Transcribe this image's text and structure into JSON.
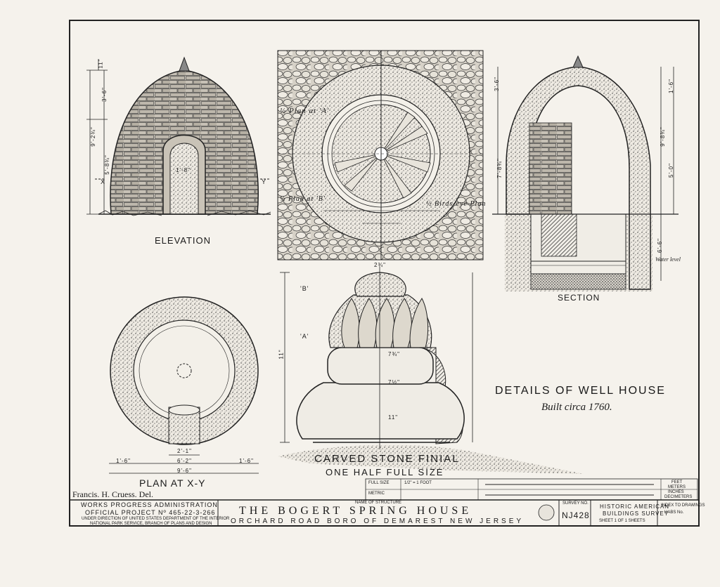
{
  "views": {
    "elevation": "ELEVATION",
    "section": "SECTION",
    "plan_xy": "PLAN AT X-Y",
    "plan_a": "½ Plan at 'A'",
    "plan_b": "½ Plan at 'B'",
    "birds_eye": "½ Birds-eye Plan",
    "marker_x": "X",
    "marker_y": "Y",
    "marker_a": "'A'",
    "marker_b": "'B'",
    "water_level": "Water level"
  },
  "dimensions": {
    "elev_top": "11\"",
    "elev_upper": "3'-6\"",
    "elev_total": "9'-2¾\"",
    "elev_lower": "5'-8¾\"",
    "arch_width": "1'-8\"",
    "sec_upper": "3'-6\"",
    "sec_total": "9'-8¾\"",
    "sec_mid": "7'-8¾\"",
    "sec_top": "1'-6\"",
    "sec_low": "5'-0\"",
    "sec_bottom": "6'-6\"",
    "plan_inner": "2'-1\"",
    "plan_mid": "6'-2\"",
    "plan_outer": "9'-6\"",
    "plan_side_left": "1'-6\"",
    "plan_side_right": "1'-6\"",
    "finial_top": "2¾\"",
    "finial_height": "11\"",
    "finial_w1": "7¾\"",
    "finial_w2": "7½\"",
    "finial_w3": "11\""
  },
  "detail_title": "DETAILS OF WELL HOUSE",
  "built": "Built circa 1760.",
  "finial_title_1": "CARVED STONE FINIAL",
  "finial_title_2": "ONE HALF FULL SIZE",
  "delineator": "Francis. H. Cruess. Del.",
  "title_block": {
    "wpa_1": "WORKS PROGRESS ADMINISTRATION",
    "wpa_2": "OFFICIAL PROJECT Nº 465-22-3-266",
    "wpa_3": "UNDER DIRECTION OF UNITED STATES DEPARTMENT OF THE INTERIOR",
    "wpa_4": "NATIONAL PARK SERVICE, BRANCH OF PLANS AND DESIGN",
    "name_label": "NAME OF STRUCTURE",
    "structure_name": "THE BOGERT SPRING HOUSE",
    "location": "ORCHARD ROAD BORO OF DEMAREST NEW JERSEY",
    "survey_label": "SURVEY NO.",
    "survey_no": "NJ428",
    "habs_1": "HISTORIC AMERICAN",
    "habs_2": "BUILDINGS SURVEY",
    "sheet_text": "SHEET 1 OF 1 SHEETS",
    "full_size": "FULL SIZE",
    "metric": "METRIC",
    "scale_foot": "1/2\" = 1 FOOT",
    "feet": "FEET",
    "meters": "METERS",
    "inches": "INCHES",
    "decimeters": "DECIMETERS",
    "index": "INDEX TO DRAWINGS",
    "legend": "HABS No."
  }
}
